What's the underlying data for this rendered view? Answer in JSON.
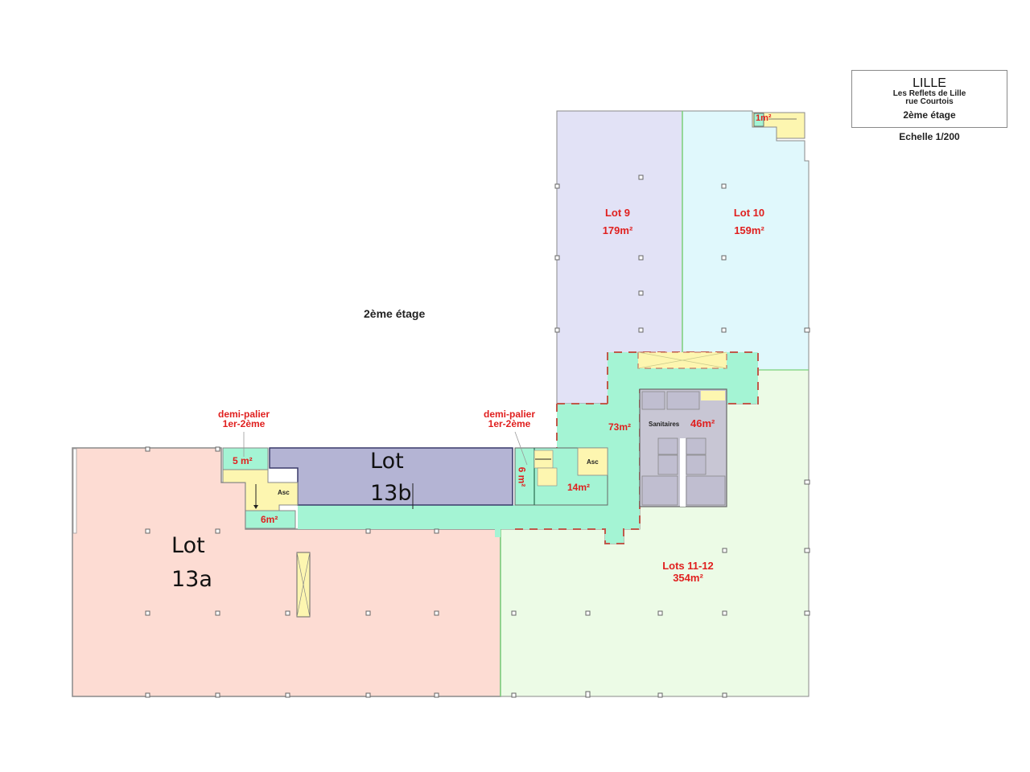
{
  "title_block": {
    "city": "LILLE",
    "building": "Les Reflets de Lille",
    "street": "rue Courtois",
    "floor": "2ème étage",
    "scale": "Echelle 1/200"
  },
  "plan": {
    "floor_label": "2ème étage",
    "colors": {
      "lot13a": "#fddcd3",
      "lot13b": "#b4b4d4",
      "lot9": "#e2e2f6",
      "lot10": "#e0f8fc",
      "lots11_12": "#ecfbe6",
      "common": "#a4f4d4",
      "stairs_lift": "#fdf6b0",
      "sanitaires": "#c8c6d4",
      "label_red": "#e0201f"
    },
    "lots": [
      {
        "id": "lot9",
        "name": "Lot 9",
        "area": "179m²"
      },
      {
        "id": "lot10",
        "name": "Lot 10",
        "area": "159m²"
      },
      {
        "id": "lots11_12",
        "name": "Lots 11-12",
        "area": "354m²"
      },
      {
        "id": "lot13a",
        "line1": "Lot",
        "line2": "13a"
      },
      {
        "id": "lot13b",
        "line1": "Lot",
        "line2": "13b"
      }
    ],
    "common_areas": {
      "corridor": "73m²",
      "sanitaires_label": "Sanitaires",
      "sanitaires_area": "46m²",
      "east_core": "14m²",
      "east_landing": "6 m²",
      "west_landing_top": "5 m²",
      "west_landing_bottom": "6m²",
      "small_top": "1m²"
    },
    "annotations": {
      "demi_palier_west_1": "demi-palier",
      "demi_palier_west_2": "1er-2ème",
      "demi_palier_east_1": "demi-palier",
      "demi_palier_east_2": "1er-2ème",
      "lift_west": "Asc",
      "lift_east": "Asc"
    }
  }
}
